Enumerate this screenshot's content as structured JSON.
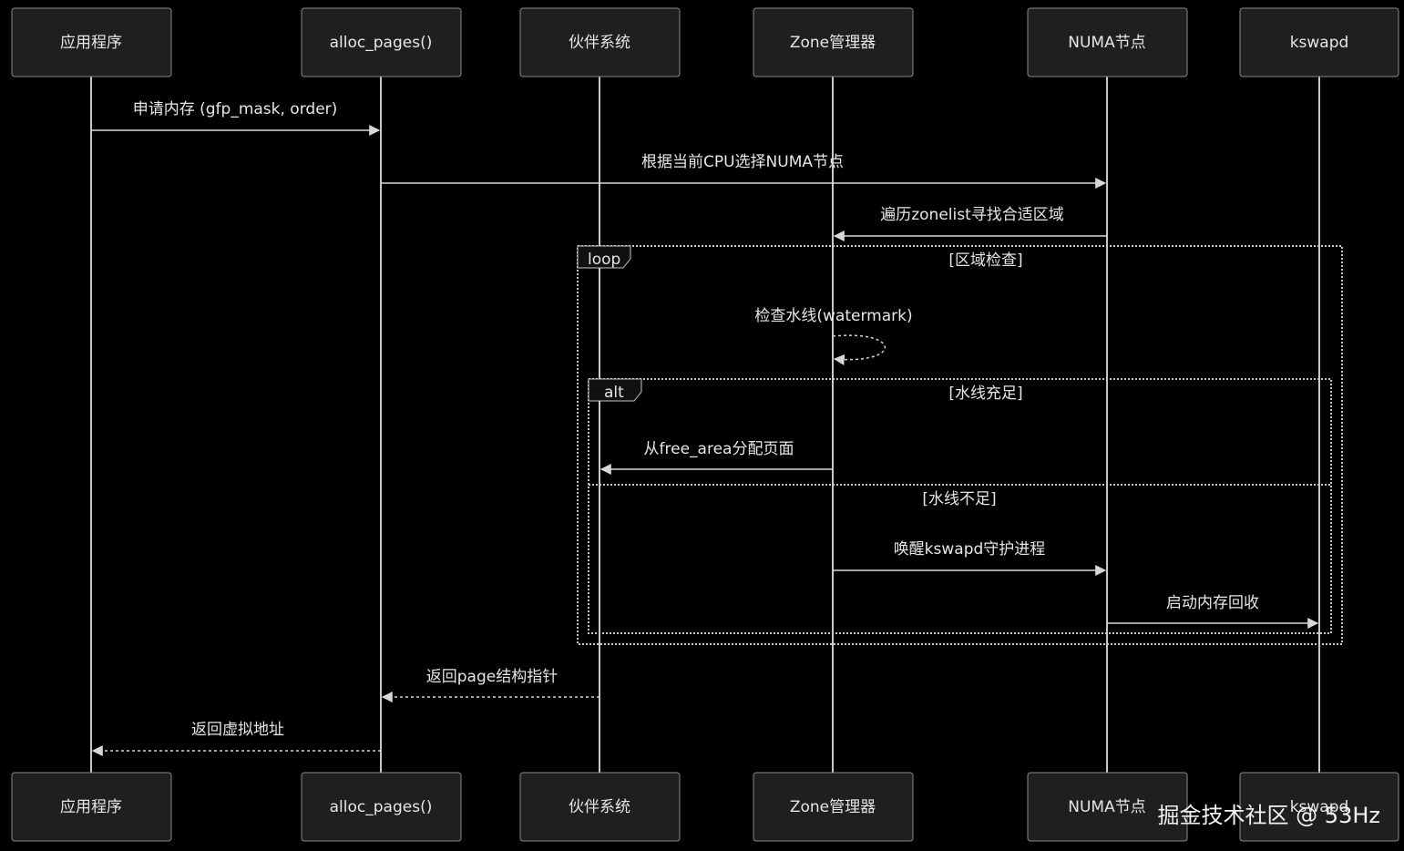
{
  "actors": [
    {
      "id": "app",
      "label": "应用程序"
    },
    {
      "id": "alloc",
      "label": "alloc_pages()"
    },
    {
      "id": "buddy",
      "label": "伙伴系统"
    },
    {
      "id": "zone",
      "label": "Zone管理器"
    },
    {
      "id": "numa",
      "label": "NUMA节点"
    },
    {
      "id": "kswapd",
      "label": "kswapd"
    }
  ],
  "messages": [
    {
      "from": "app",
      "to": "alloc",
      "label": "申请内存 (gfp_mask, order)",
      "style": "solid"
    },
    {
      "from": "alloc",
      "to": "numa",
      "label": "根据当前CPU选择NUMA节点",
      "style": "solid"
    },
    {
      "from": "numa",
      "to": "zone",
      "label": "遍历zonelist寻找合适区域",
      "style": "solid"
    },
    {
      "from": "zone",
      "to": "zone",
      "label": "检查水线(watermark)",
      "style": "dashed-self"
    },
    {
      "from": "zone",
      "to": "buddy",
      "label": "从free_area分配页面",
      "style": "solid"
    },
    {
      "from": "zone",
      "to": "numa",
      "label": "唤醒kswapd守护进程",
      "style": "solid"
    },
    {
      "from": "numa",
      "to": "kswapd",
      "label": "启动内存回收",
      "style": "solid"
    },
    {
      "from": "buddy",
      "to": "alloc",
      "label": "返回page结构指针",
      "style": "dashed"
    },
    {
      "from": "alloc",
      "to": "app",
      "label": "返回虚拟地址",
      "style": "dashed"
    }
  ],
  "frames": {
    "loop": {
      "keyword": "loop",
      "condition": "[区域检查]"
    },
    "alt": {
      "keyword": "alt",
      "condition": "[水线充足]",
      "else_condition": "[水线不足]"
    }
  },
  "watermark": "掘金技术社区 @ 53Hz"
}
